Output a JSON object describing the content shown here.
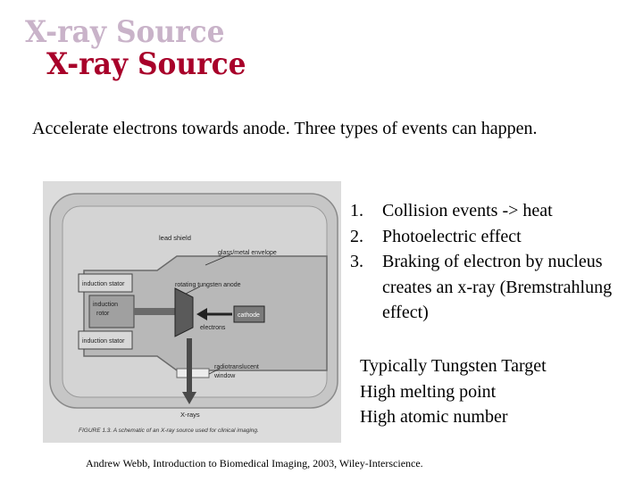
{
  "slide": {
    "title_shadow": "X-ray Source",
    "title": "X-ray Source",
    "intro": "Accelerate electrons towards anode.  Three types of events can happen.",
    "events": [
      {
        "num": "1.",
        "text": "Collision events -> heat"
      },
      {
        "num": "2.",
        "text": "Photoelectric effect"
      },
      {
        "num": "3.",
        "text": "Braking of electron by nucleus creates an x-ray (Bremstrahlung effect)"
      }
    ],
    "facts": [
      "Typically Tungsten Target",
      "High melting point",
      "High atomic number"
    ],
    "citation": "Andrew Webb, Introduction to Biomedical Imaging, 2003, Wiley-Interscience."
  },
  "figure": {
    "labels": {
      "lead_shield": "lead shield",
      "envelope": "glass/metal envelope",
      "stator_top": "induction stator",
      "rotor_1": "induction",
      "rotor_2": "rotor",
      "stator_bottom": "induction stator",
      "anode": "rotating tungsten anode",
      "cathode": "cathode",
      "electrons": "electrons",
      "window_1": "radiotranslucent",
      "window_2": "window",
      "xrays": "X-rays",
      "caption": "FIGURE 1.3. A schematic of an X-ray source used for clinical imaging."
    },
    "colors": {
      "background": "#dcdcdc",
      "shield": "#c8c8c8",
      "envelope": "#b4b4b4",
      "dark": "#5a5a5a"
    }
  }
}
